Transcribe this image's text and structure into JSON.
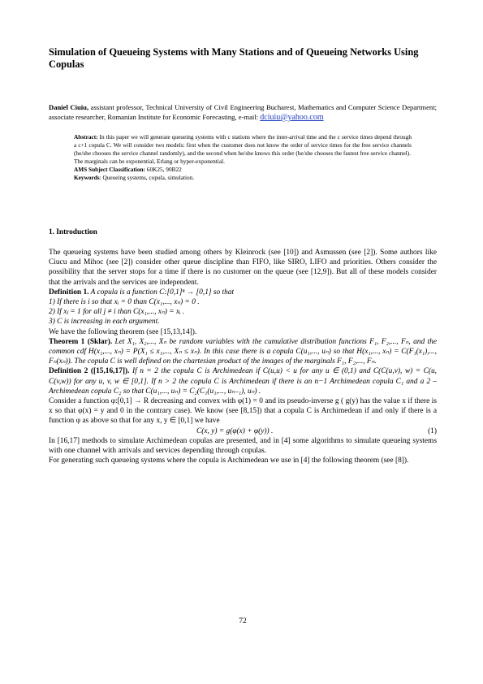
{
  "paper": {
    "title": "Simulation of Queueing Systems with Many Stations and of Queueing Networks Using Copulas",
    "authors": {
      "author1_name": "Daniel Ciuiu,",
      "author1_affil": " assistant professor, Technical University of Civil Engineering Bucharest, Mathematics and Computer Science Department; associate researcher, Romanian Institute for Economic Forecasting, e-mail: ",
      "email": "dciuiu@yahoo.com"
    },
    "abstract": {
      "label": "Abstract:",
      "text1": " In this paper we will generate queueing systems with c stations where the inter-arrival time and the c service times depend through a c+1 copula C. We will consider two models: first when the customer does not know the order of service times for the free service channels (he/she chooses the service channel randomly), and the second when he/she knows this order (he/she chooses the fastest free service channel).",
      "text2": "The marginals can be exponential, Erlang or hyper-exponential.",
      "ams_label": "AMS Subject Classification:",
      "ams_text": " 60K25, 90B22",
      "kw_label": "Keywords",
      "kw_text": ": Queueing systems, copula, simulation."
    },
    "section_heading": "1. Introduction",
    "paragraphs": {
      "intro": "The queueing systems have been studied among others by Kleinrock (see [10]) and Asmussen (see [2]). Some authors like Ciucu and Mihoc (see [2]) consider other queue discipline than FIFO, like SIRO, LIFO and priorities. Others consider the possibility that the server stops for a time if there is no customer on the queue (see [12,9]). But all of these models consider that the arrivals and the services are independent.",
      "def1_label": "Definition 1.",
      "def1_text": " A copula is a function C:[0,1]ⁿ → [0,1] so that",
      "def1_item1": "1)   If there is i so that xᵢ = 0 than C(x₁,..., xₙ) = 0 .",
      "def1_item2": "2)   If xⱼ = 1 for all  j ≠ i  than C(x₁,..., xₙ) = xᵢ .",
      "def1_item3": "3)   C is increasing in each argument.",
      "theorem_intro": "We have the following theorem (see [15,13,14]).",
      "thm1_label": "Theorem 1 (Sklar).",
      "thm1_text": " Let X₁, X₂,..., Xₙ be random variables with the cumulative distribution functions F₁, F₂,..., Fₙ, and the common cdf H(x₁,..., xₙ) = P(X₁ ≤ x₁,..., Xₙ ≤ xₙ). In this case there is a copula C(u₁,..., uₙ) so that H(x₁,..., xₙ) = C(F₁(x₁),..., Fₙ(xₙ)). The copula C is well defined on the chartesian product of the images of the marginals F₁, F₂,..., Fₙ.",
      "def2_label": "Definition 2 ([15,16,17]).",
      "def2_text": " If n = 2 the copula C is Archimedean if C(u,u) < u for any u ∈ (0,1) and C(C(u,v), w) = C(u, C(v,w)) for any u, v, w ∈ [0,1]. If n > 2 the copula C is Archimedean if there is an n−1 Archimedean copula C₁ and a 2 – Archimedean copula C₂ so that C(u₁,..., uₙ) = C₂(C₁(u₁,..., uₙ₋₁), uₙ) .",
      "consider": "Consider a function φ:[0,1] → R decreasing and convex with φ(1) = 0 and its pseudo-inverse g ( g(y) has the value x if there is x so that φ(x) = y and 0 in the contrary case). We know (see [8,15]) that a copula C is Archimedean if and only if there is a function φ as above so that for any x, y ∈ [0,1] we have",
      "equation": "C(x, y) = g(φ(x) + φ(y)) .",
      "equation_number": "(1)",
      "after_eq1": "In [16,17] methods to simulate Archimedean copulas are presented, and in [4] some algorithms to simulate queueing systems with one channel with arrivals and services depending through copulas.",
      "after_eq2": "For generating such queueing systems where the copula is Archimedean we use in [4] the following theorem (see [8])."
    },
    "page_number": "72"
  }
}
